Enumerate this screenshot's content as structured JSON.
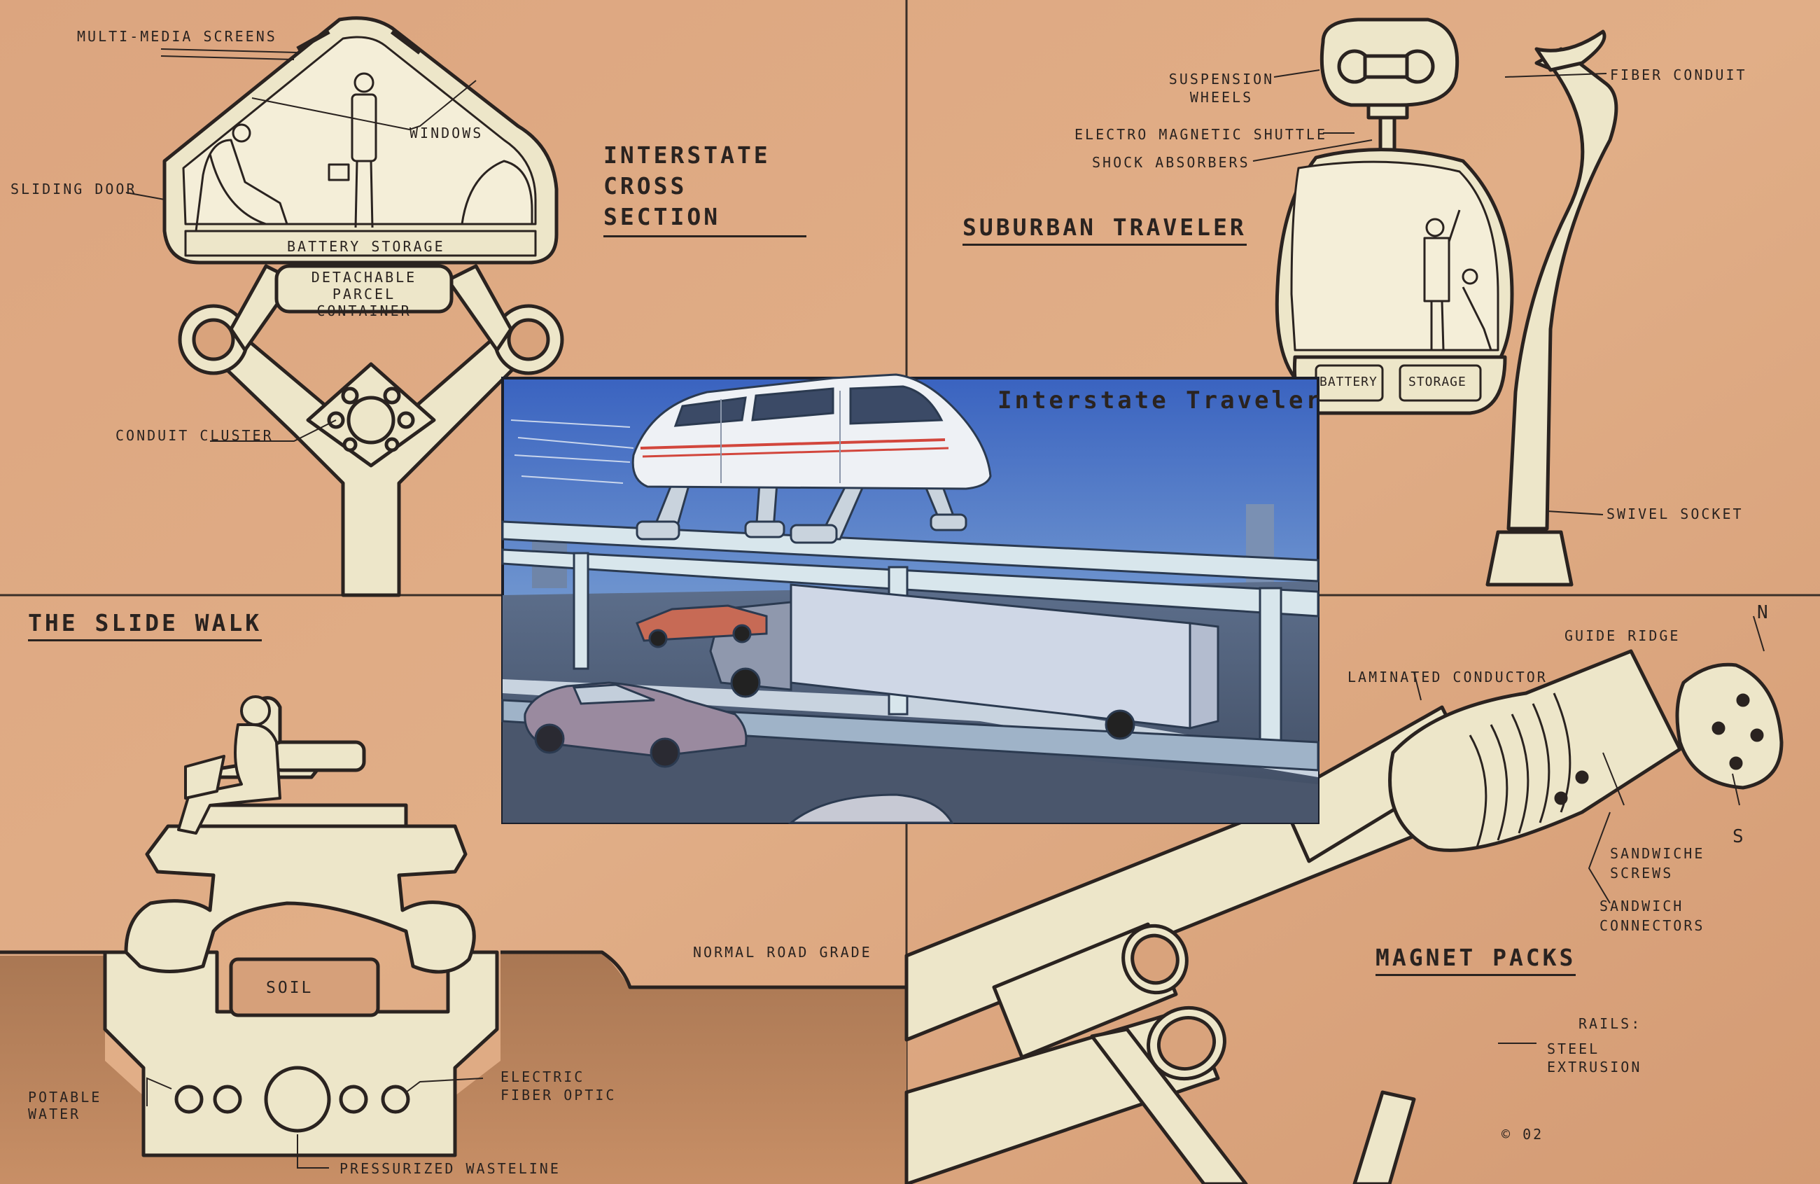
{
  "panels": {
    "cross_section": {
      "title": "Interstate Cross Section",
      "labels": {
        "multimedia": "Multi-Media Screens",
        "windows": "Windows",
        "sliding_door": "Sliding Door",
        "battery": "Battery Storage",
        "parcel": "Detachable Parcel Container",
        "conduit": "Conduit Cluster"
      }
    },
    "suburban": {
      "title": "Suburban Traveler",
      "labels": {
        "suspension": "Suspension Wheels",
        "shuttle": "Electro Magnetic Shuttle",
        "shock": "Shock Absorbers",
        "fiber": "Fiber Conduit",
        "battery": "Battery",
        "storage": "Storage",
        "swivel": "Swivel Socket"
      }
    },
    "interstate": {
      "title": "Interstate Traveler"
    },
    "slidewalk": {
      "title": "The Slide Walk",
      "labels": {
        "soil": "Soil",
        "road_grade": "Normal Road Grade",
        "potable": "Potable Water",
        "electric": "Electric Fiber Optic",
        "waste": "Pressurized Wasteline"
      }
    },
    "magnet": {
      "title": "Magnet Packs",
      "labels": {
        "guide": "Guide Ridge",
        "north": "N",
        "south": "S",
        "laminated": "Laminated Conductor",
        "screws": "Sandwiche Screws",
        "connectors": "Sandwich Connectors",
        "rails": "Rails:",
        "steel": "Steel Extrusion",
        "signature": "© 02"
      }
    }
  },
  "colors": {
    "paper": "#d9a37c",
    "paper_light": "#e6b793",
    "ink": "#2a2320",
    "cream": "#ede6c9",
    "sky": "#3f6cc4"
  }
}
